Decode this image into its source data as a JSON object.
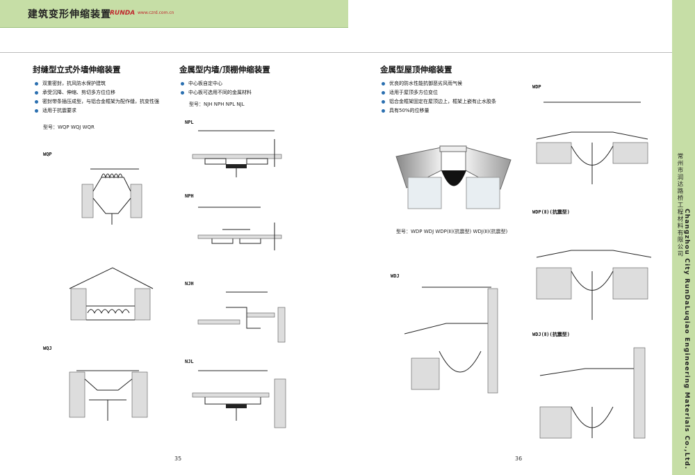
{
  "header": {
    "title": "建筑变形伸缩装置",
    "logo": "RUNDA",
    "url": "www.czrd.com.cn"
  },
  "side": {
    "cn": "常州市润达路桥工程材料有限公司",
    "en": "Changzhou City RunDaLuqiao Engineering Materials Co.,Ltd."
  },
  "sec1": {
    "title": "封缝型立式外墙伸缩装置",
    "bullets": [
      "双重密封，抗风防水保护建筑",
      "承受沉降、伸缩、剪切多方位位移",
      "密封带条插压成型，与铝合金框架为配作缝，抗变性强",
      "适用于抗震要求"
    ],
    "model": "型号：WQP  WQJ  WQR",
    "labels": [
      "WQP",
      "WQJ"
    ]
  },
  "sec2": {
    "title": "金属型内墙/顶棚伸缩装置",
    "bullets": [
      "中心板自定中心",
      "中心板可选用不同的金属材料"
    ],
    "model": "型号：NJH  NPH  NPL  NJL",
    "labels": [
      "NPL",
      "NPH",
      "NJH",
      "NJL"
    ]
  },
  "sec3": {
    "title": "金属型屋顶伸缩装置",
    "bullets": [
      "优良的防水性能抗御恶劣风雨气候",
      "适用于屋顶多方位变位",
      "铝合金框架固定在屋顶边上，框架上嵌有止水胶条",
      "具有50%的位移量"
    ],
    "model": "型号：WDP  WDJ  WDP(Ⅱ)(抗震型)  WDJ(Ⅱ)(抗震型)",
    "labels": [
      "WDP",
      "WDP(Ⅱ)(抗震型)",
      "WDJ",
      "WDJ(Ⅱ)(抗震型)"
    ]
  },
  "pages": {
    "left": "35",
    "right": "36"
  }
}
